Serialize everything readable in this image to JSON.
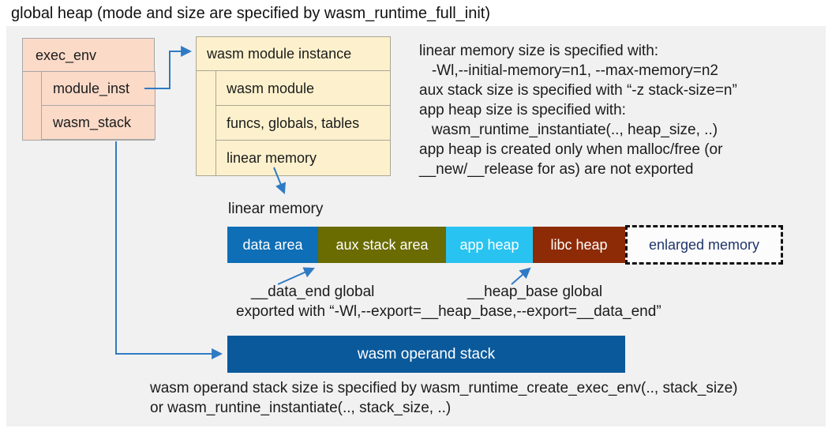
{
  "title": "global heap (mode and size are specified by wasm_runtime_full_init)",
  "exec_env": {
    "title": "exec_env",
    "rows": [
      "module_inst",
      "wasm_stack"
    ]
  },
  "module_instance": {
    "title": "wasm module instance",
    "rows": [
      "wasm module",
      "funcs, globals, tables",
      "linear memory"
    ]
  },
  "notes_right": {
    "lines": [
      "linear memory size is specified with:",
      "   -Wl,--initial-memory=n1, --max-memory=n2",
      "aux stack size is specified with “-z stack-size=n”",
      "app heap size is specified with:",
      "   wasm_runtime_instantiate(.., heap_size, ..)",
      "app heap is created only when malloc/free (or",
      "__new/__release for as) are not exported"
    ]
  },
  "linear_memory": {
    "label": "linear memory",
    "segments": [
      {
        "label": "data area",
        "color": "#0e6eb6"
      },
      {
        "label": "aux stack area",
        "color": "#6a6b00"
      },
      {
        "label": "app heap",
        "color": "#29c3f1"
      },
      {
        "label": "libc heap",
        "color": "#8d2b07"
      },
      {
        "label": "enlarged memory",
        "color": "#fcfcfc",
        "text_color": "#20356b",
        "border": "dashed"
      }
    ],
    "data_end_label": "__data_end global",
    "heap_base_label": "__heap_base global",
    "exported_note": "exported with “-Wl,--export=__heap_base,--export=__data_end”"
  },
  "operand_stack": {
    "label": "wasm operand stack",
    "note_line1": "wasm operand stack size is specified by wasm_runtime_create_exec_env(.., stack_size)",
    "note_line2": "or wasm_runtine_instantiate(.., stack_size, ..)"
  },
  "colors": {
    "panel_background": "#f1f1f2",
    "exec_env_fill": "#fbdac8",
    "module_instance_fill": "#fdf1cd",
    "box_border": "#a6a6a6",
    "arrow_blue": "#2f7bc3",
    "operand_stack_fill": "#0a599b",
    "text": "#1b1b1b"
  }
}
